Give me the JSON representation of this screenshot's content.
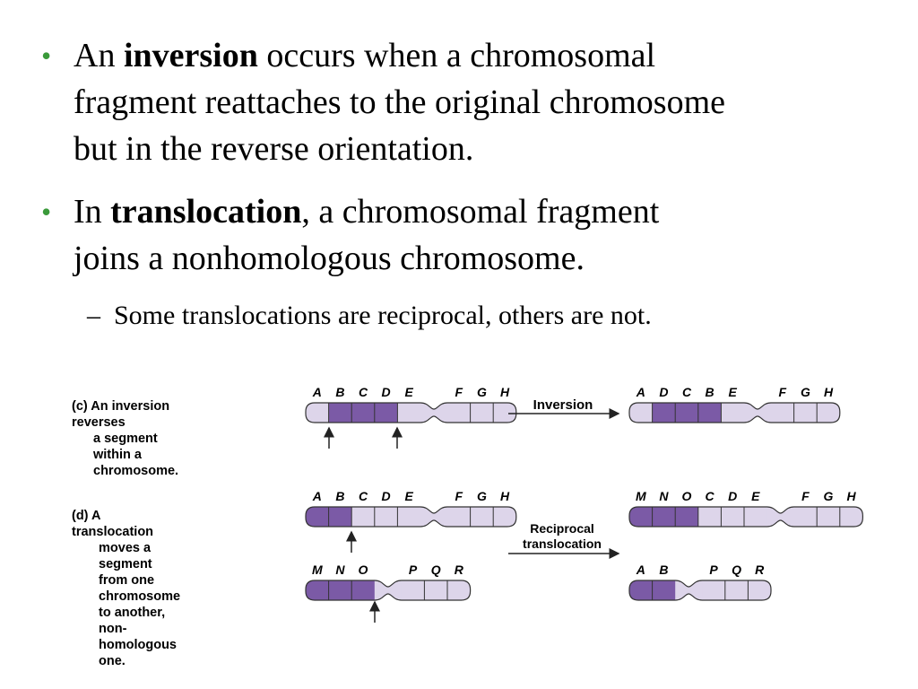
{
  "bullets": [
    {
      "pre": "An ",
      "bold": "inversion",
      "post": " occurs when a chromosomal",
      "line2": "fragment reattaches to the original chromosome",
      "line3": "but in the reverse orientation."
    },
    {
      "pre": "In ",
      "bold": "translocation",
      "post": ", a chromosomal fragment",
      "line2": "joins a nonhomologous chromosome."
    }
  ],
  "sub_bullet": {
    "dash": "–",
    "text": "Some translocations are reciprocal, others are not."
  },
  "bullet_symbol": "•",
  "figure": {
    "caption_c": {
      "label": "(c)",
      "pre": "An ",
      "bold": "inversion",
      "post": " reverses",
      "line2": "a segment within a",
      "line3": "chromosome."
    },
    "caption_d": {
      "label": "(d)",
      "pre": "A ",
      "bold": "translocation",
      "line2": "moves a segment",
      "line3": "from one chromosome",
      "line4": "to another, non-",
      "line5": "homologous one."
    },
    "inversion_label": "Inversion",
    "reciprocal_label_1": "Reciprocal",
    "reciprocal_label_2": "translocation",
    "inversion_before": [
      "A",
      "B",
      "C",
      "D",
      "E",
      "F",
      "G",
      "H"
    ],
    "inversion_after": [
      "A",
      "D",
      "C",
      "B",
      "E",
      "F",
      "G",
      "H"
    ],
    "transloc_before_1": [
      "A",
      "B",
      "C",
      "D",
      "E",
      "F",
      "G",
      "H"
    ],
    "transloc_before_2": [
      "M",
      "N",
      "O",
      "P",
      "Q",
      "R"
    ],
    "transloc_after_1": [
      "M",
      "N",
      "O",
      "C",
      "D",
      "E",
      "F",
      "G",
      "H"
    ],
    "transloc_after_2": [
      "A",
      "B",
      "P",
      "Q",
      "R"
    ]
  },
  "colors": {
    "bullet": "#3a9a3a",
    "dark_segment": "#7b5aa6",
    "light_segment": "#ddd5ea",
    "outline": "#333333"
  }
}
